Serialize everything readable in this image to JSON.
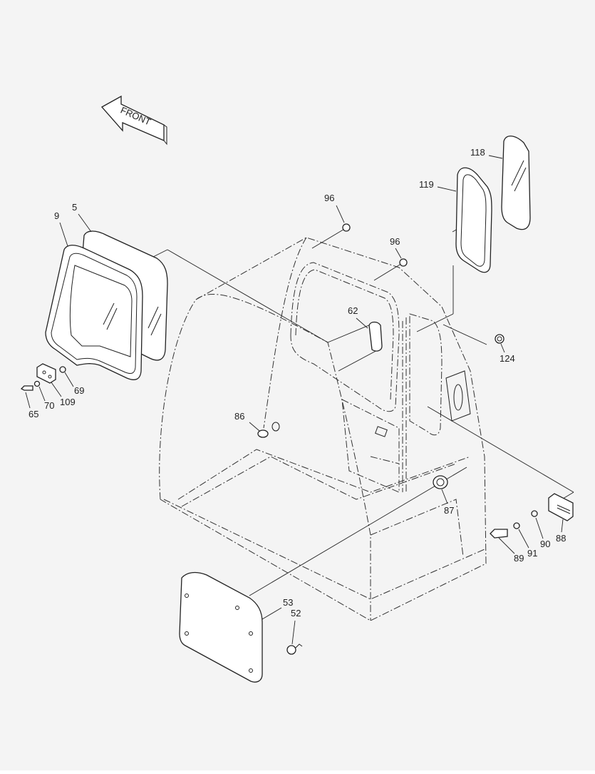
{
  "front_arrow": {
    "label": "FRONT"
  },
  "callouts": [
    {
      "id": "c118",
      "label": "118"
    },
    {
      "id": "c119",
      "label": "119"
    },
    {
      "id": "c96a",
      "label": "96"
    },
    {
      "id": "c96b",
      "label": "96"
    },
    {
      "id": "c5",
      "label": "5"
    },
    {
      "id": "c9",
      "label": "9"
    },
    {
      "id": "c62",
      "label": "62"
    },
    {
      "id": "c124",
      "label": "124"
    },
    {
      "id": "c69",
      "label": "69"
    },
    {
      "id": "c65",
      "label": "65"
    },
    {
      "id": "c70",
      "label": "70"
    },
    {
      "id": "c109",
      "label": "109"
    },
    {
      "id": "c86",
      "label": "86"
    },
    {
      "id": "c87",
      "label": "87"
    },
    {
      "id": "c88",
      "label": "88"
    },
    {
      "id": "c90",
      "label": "90"
    },
    {
      "id": "c91",
      "label": "91"
    },
    {
      "id": "c89",
      "label": "89"
    },
    {
      "id": "c53",
      "label": "53"
    },
    {
      "id": "c52",
      "label": "52"
    }
  ]
}
